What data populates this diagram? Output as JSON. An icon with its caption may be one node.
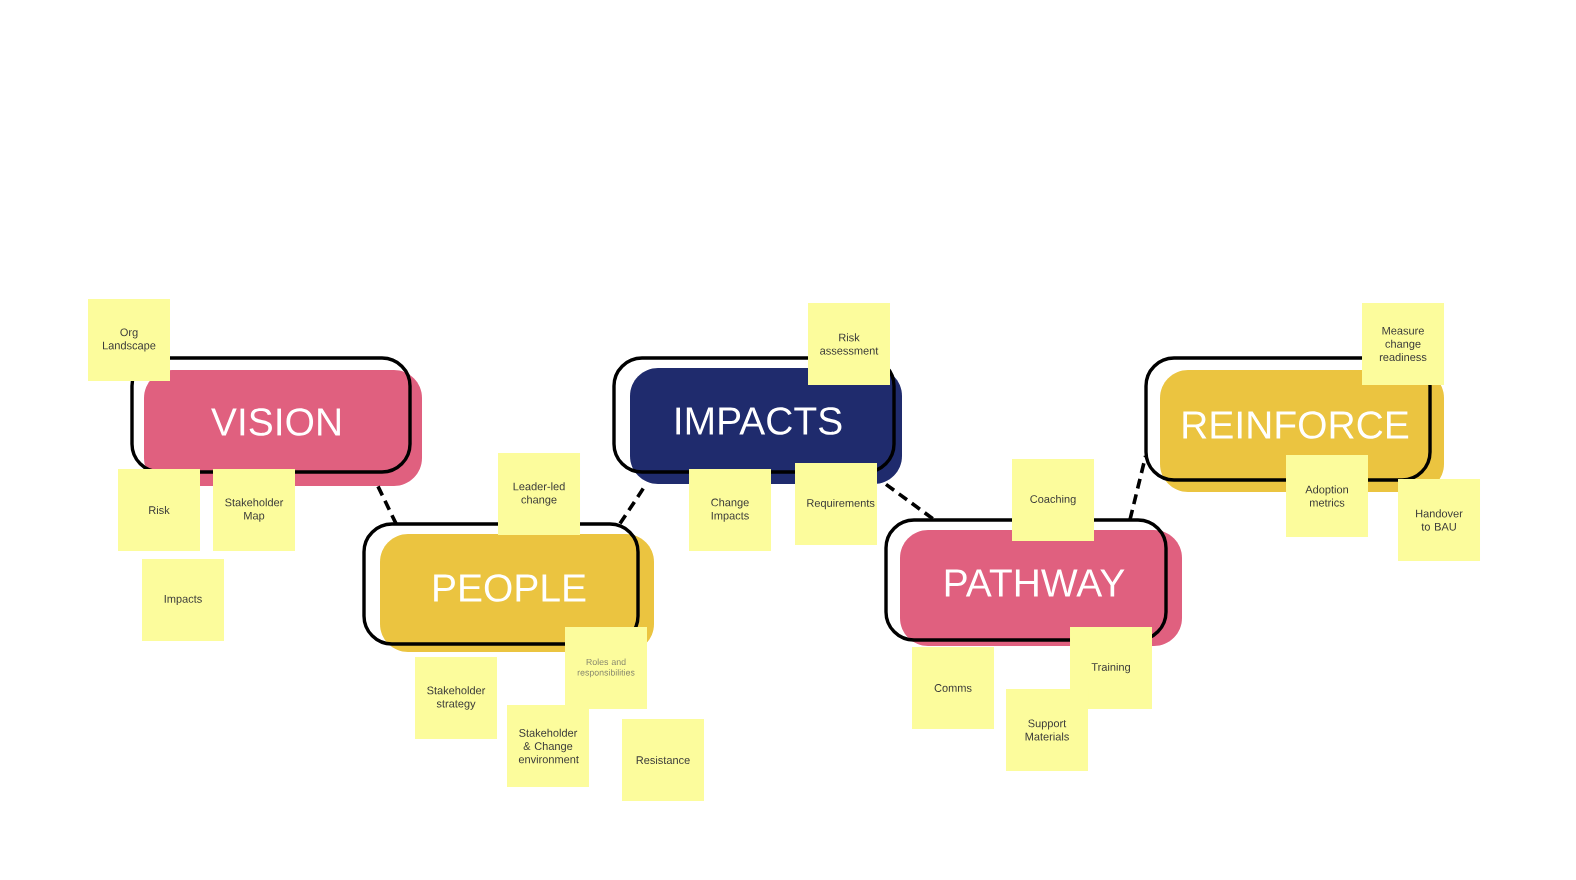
{
  "diagram": {
    "nodes": [
      {
        "text": [
          "VISION"
        ]
      },
      {
        "text": [
          "Org Landscape"
        ]
      },
      {
        "text": [
          "Risk"
        ]
      },
      {
        "text": [
          "Stakeholder Map"
        ]
      },
      {
        "text": [
          "Impacts"
        ]
      },
      {
        "text": [
          "PEOPLE"
        ]
      },
      {
        "text": [
          "Leader-led change"
        ]
      },
      {
        "text": [
          "Roles and responsibilities"
        ]
      },
      {
        "text": [
          "Stakeholder strategy"
        ]
      },
      {
        "text": [
          "Stakeholder & Change environment"
        ]
      },
      {
        "text": [
          "Resistance"
        ]
      },
      {
        "text": [
          "IMPACTS"
        ]
      },
      {
        "text": [
          "Risk assessment"
        ]
      },
      {
        "text": [
          "Change Impacts"
        ]
      },
      {
        "text": [
          "Requirements"
        ]
      },
      {
        "text": [
          "PATHWAY"
        ]
      },
      {
        "text": [
          "Coaching"
        ]
      },
      {
        "text": [
          "Comms"
        ]
      },
      {
        "text": [
          "Training"
        ]
      },
      {
        "text": [
          "Support Materials"
        ]
      },
      {
        "text": [
          "REINFORCE"
        ]
      },
      {
        "text": [
          "Measure change readiness"
        ]
      },
      {
        "text": [
          "Adoption metrics"
        ]
      },
      {
        "text": [
          "Handover to BAU"
        ]
      }
    ],
    "edges": [
      {
        "from": 0,
        "to": 5,
        "arrow": "none",
        "style": "dashed"
      },
      {
        "from": 5,
        "to": 11,
        "arrow": "none",
        "style": "dashed"
      },
      {
        "from": 11,
        "to": 15,
        "arrow": "none",
        "style": "dashed"
      },
      {
        "from": 15,
        "to": 20,
        "arrow": "none",
        "style": "dashed"
      }
    ]
  }
}
